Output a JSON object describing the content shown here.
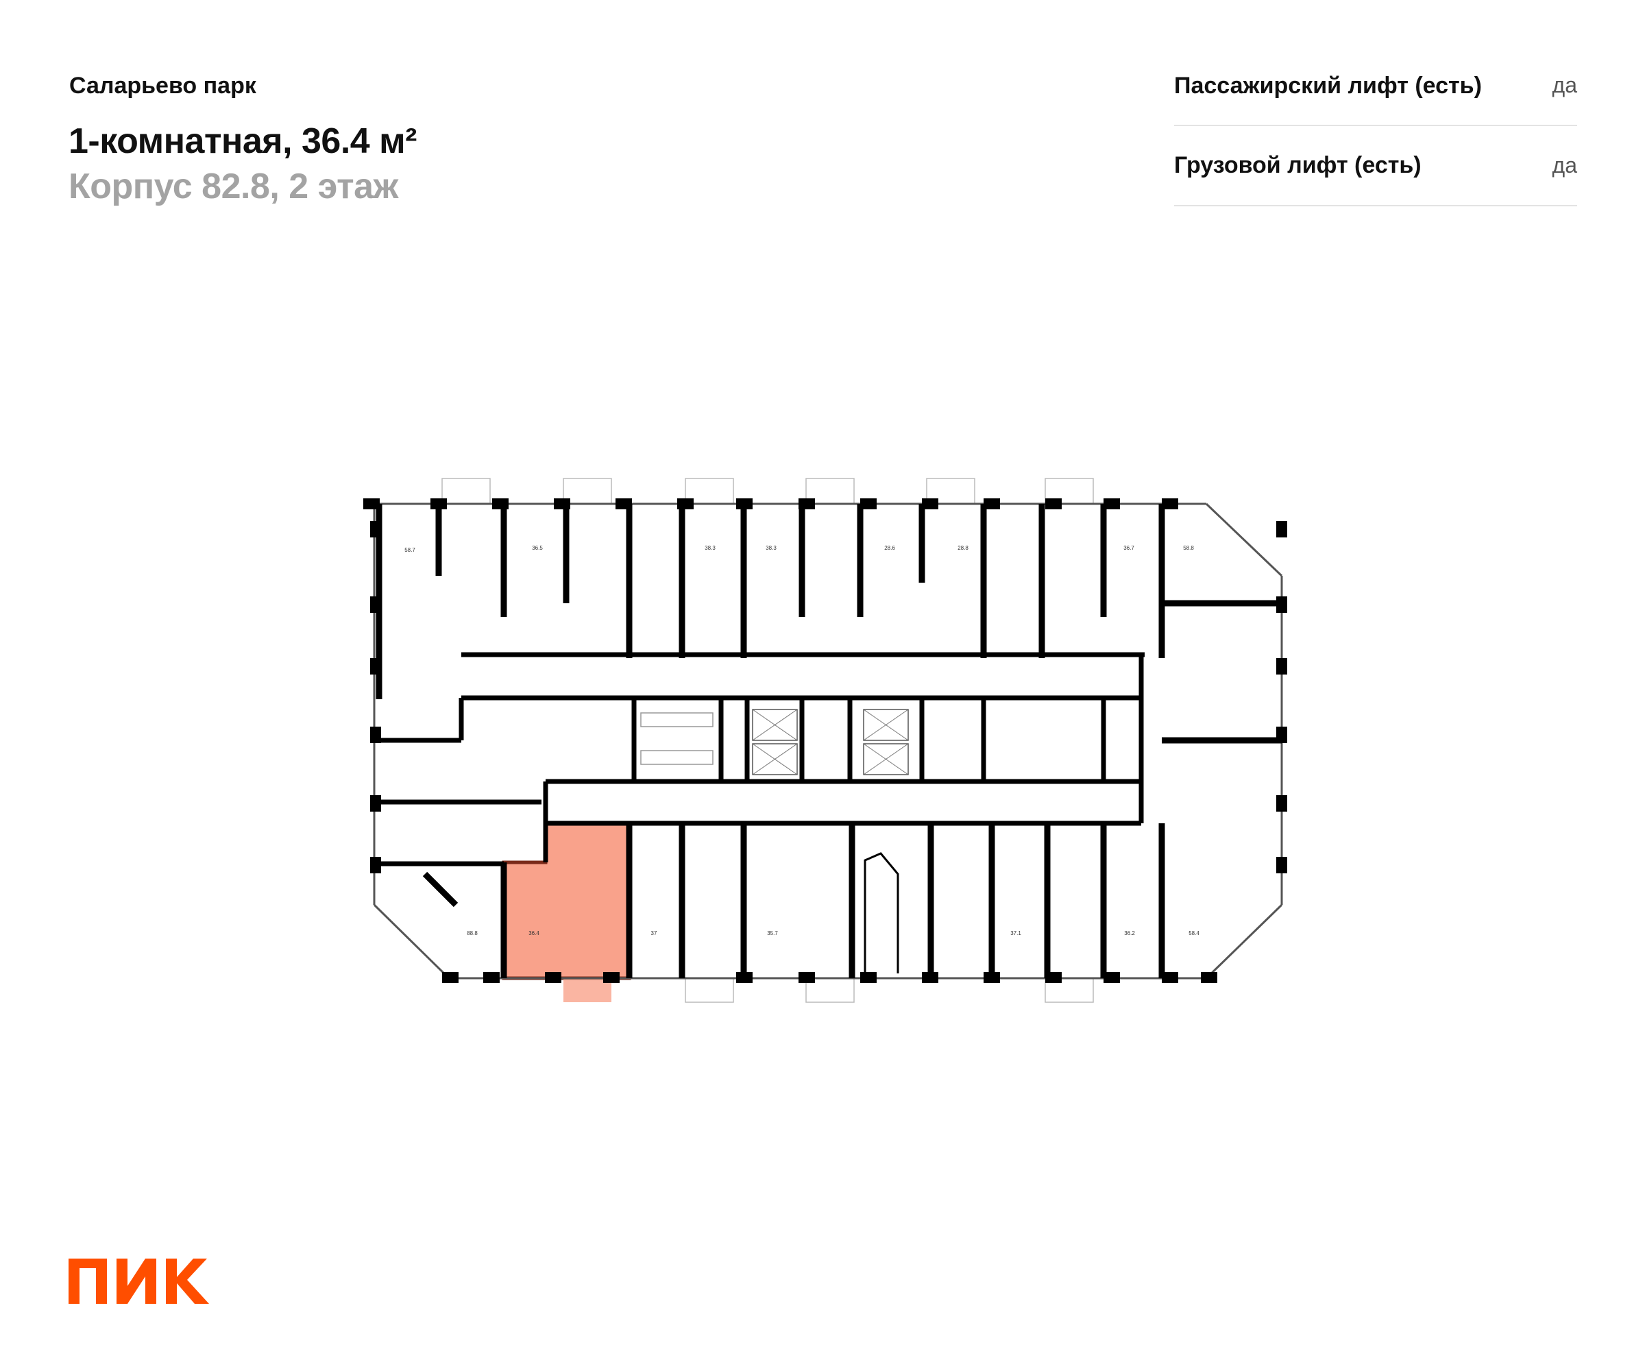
{
  "header": {
    "project": "Саларьево парк",
    "title": "1-комнатная, 36.4 м²",
    "subtitle": "Корпус 82.8, 2 этаж"
  },
  "features": [
    {
      "label": "Пассажирский лифт (есть)",
      "value": "да"
    },
    {
      "label": "Грузовой лифт (есть)",
      "value": "да"
    }
  ],
  "floor_plan": {
    "selected_apartment": "36.4",
    "highlight_color": "#F9A28B",
    "highlight_border": "#7A2A1A",
    "top_apartments": [
      "58.7",
      "36.5",
      "38.3",
      "38.3",
      "28.6",
      "28.8",
      "36.7",
      "58.8"
    ],
    "bottom_apartments": [
      "88.8",
      "36.4",
      "37",
      "35.7",
      "37.1",
      "36.2",
      "58.4"
    ]
  },
  "logo": {
    "text": "ПИК",
    "color": "#FF4E00"
  }
}
